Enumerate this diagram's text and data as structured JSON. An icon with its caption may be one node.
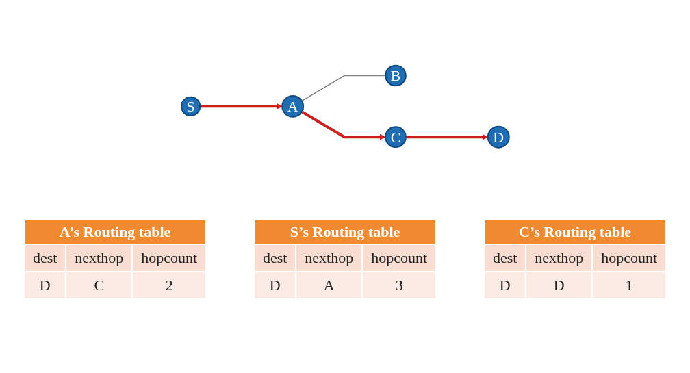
{
  "diagram": {
    "nodes": [
      {
        "text": [
          "B"
        ]
      },
      {
        "text": [
          "S"
        ]
      },
      {
        "text": [
          "A"
        ]
      },
      {
        "text": [
          "D"
        ]
      },
      {
        "text": [
          "C"
        ]
      }
    ],
    "edges": [
      {
        "from": 1,
        "to": 2,
        "arrow": "to"
      },
      {
        "from": 2,
        "to": 4,
        "arrow": "to"
      },
      {
        "from": 4,
        "to": 3,
        "arrow": "to"
      },
      {
        "from": 2,
        "to": 0,
        "arrow": "none",
        "color": "#808080"
      }
    ],
    "labels": [
      "A’s Routing table",
      "dest",
      "nexthop",
      "hopcount",
      "D",
      "C",
      "2",
      "S’s Routing table",
      "dest",
      "nexthop",
      "hopcount",
      "D",
      "A",
      "3",
      "C’s Routing table",
      "dest",
      "nexthop",
      "hopcount",
      "D",
      "D",
      "1"
    ]
  }
}
